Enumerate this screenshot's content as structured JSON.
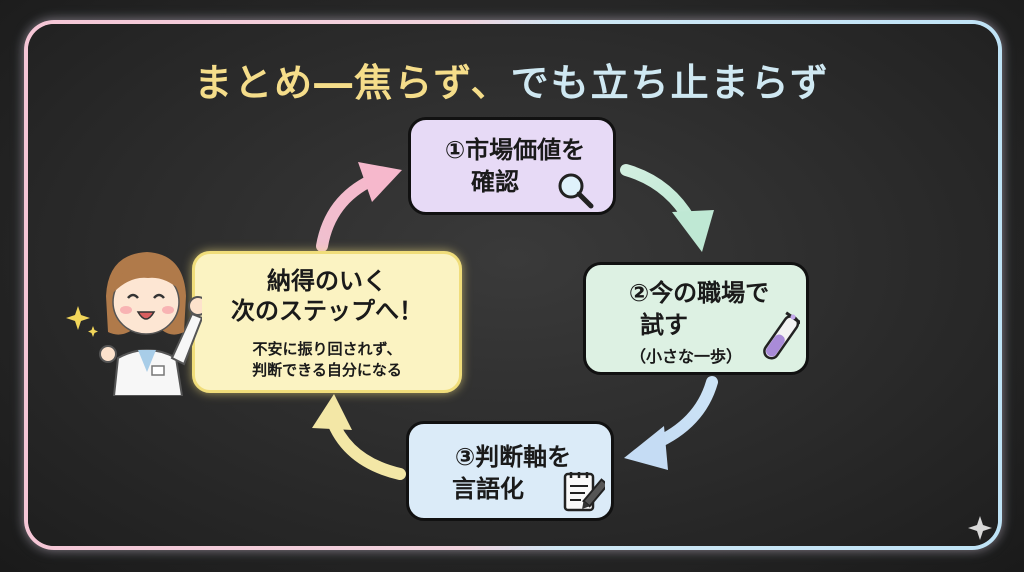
{
  "title": {
    "part1": "まとめ―焦らず、",
    "part2": "でも立ち止まらず"
  },
  "steps": [
    {
      "lines": [
        "①市場価値を",
        "確認"
      ],
      "icon": "magnifier-icon"
    },
    {
      "lines": [
        "②今の職場で",
        "試す"
      ],
      "sub": "（小さな一歩）",
      "icon": "test-tube-icon"
    },
    {
      "lines": [
        "③判断軸を",
        "言語化"
      ],
      "icon": "notepad-pencil-icon"
    }
  ],
  "goal": {
    "lines": [
      "納得のいく",
      "次のステップへ！"
    ],
    "small": [
      "不安に振り回されず、",
      "判断できる自分になる"
    ]
  },
  "colors": {
    "title_part1": "#f5dd8a",
    "title_part2": "#cfe8f2",
    "step1_bg": "#e7daf6",
    "step2_bg": "#ddf1e3",
    "step3_bg": "#dbebf8",
    "goal_bg": "#fbf3c2",
    "frame_left": "#f5c6d6",
    "frame_right": "#bfe3f6"
  }
}
